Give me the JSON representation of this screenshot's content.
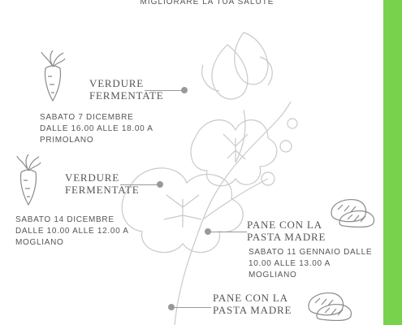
{
  "header": {
    "subtitle": "MIGLIORARE LA TUA SALUTE"
  },
  "events": [
    {
      "title": "VERDURE\nFERMENTATE",
      "detail": "SABATO 7 DICEMBRE\nDALLE 16.00 ALLE 18.00 A\nPRIMOLANO",
      "icon": "carrot-icon"
    },
    {
      "title": "VERDURE\nFERMENTATE",
      "detail": "SABATO 14 DICEMBRE\nDALLE 10.00 ALLE 12.00 A\nMOGLIANO",
      "icon": "carrot-icon"
    },
    {
      "title": "PANE CON LA\nPASTA MADRE",
      "detail": "SABATO 11 GENNAIO DALLE\n10.00 ALLE 13.00 A\nMOGLIANO",
      "icon": "bread-icon"
    },
    {
      "title": "PANE CON LA\nPASTA MADRE",
      "icon": "bread-icon"
    }
  ],
  "colors": {
    "accent": "#79d24b",
    "text": "#555555",
    "line": "#999999"
  }
}
